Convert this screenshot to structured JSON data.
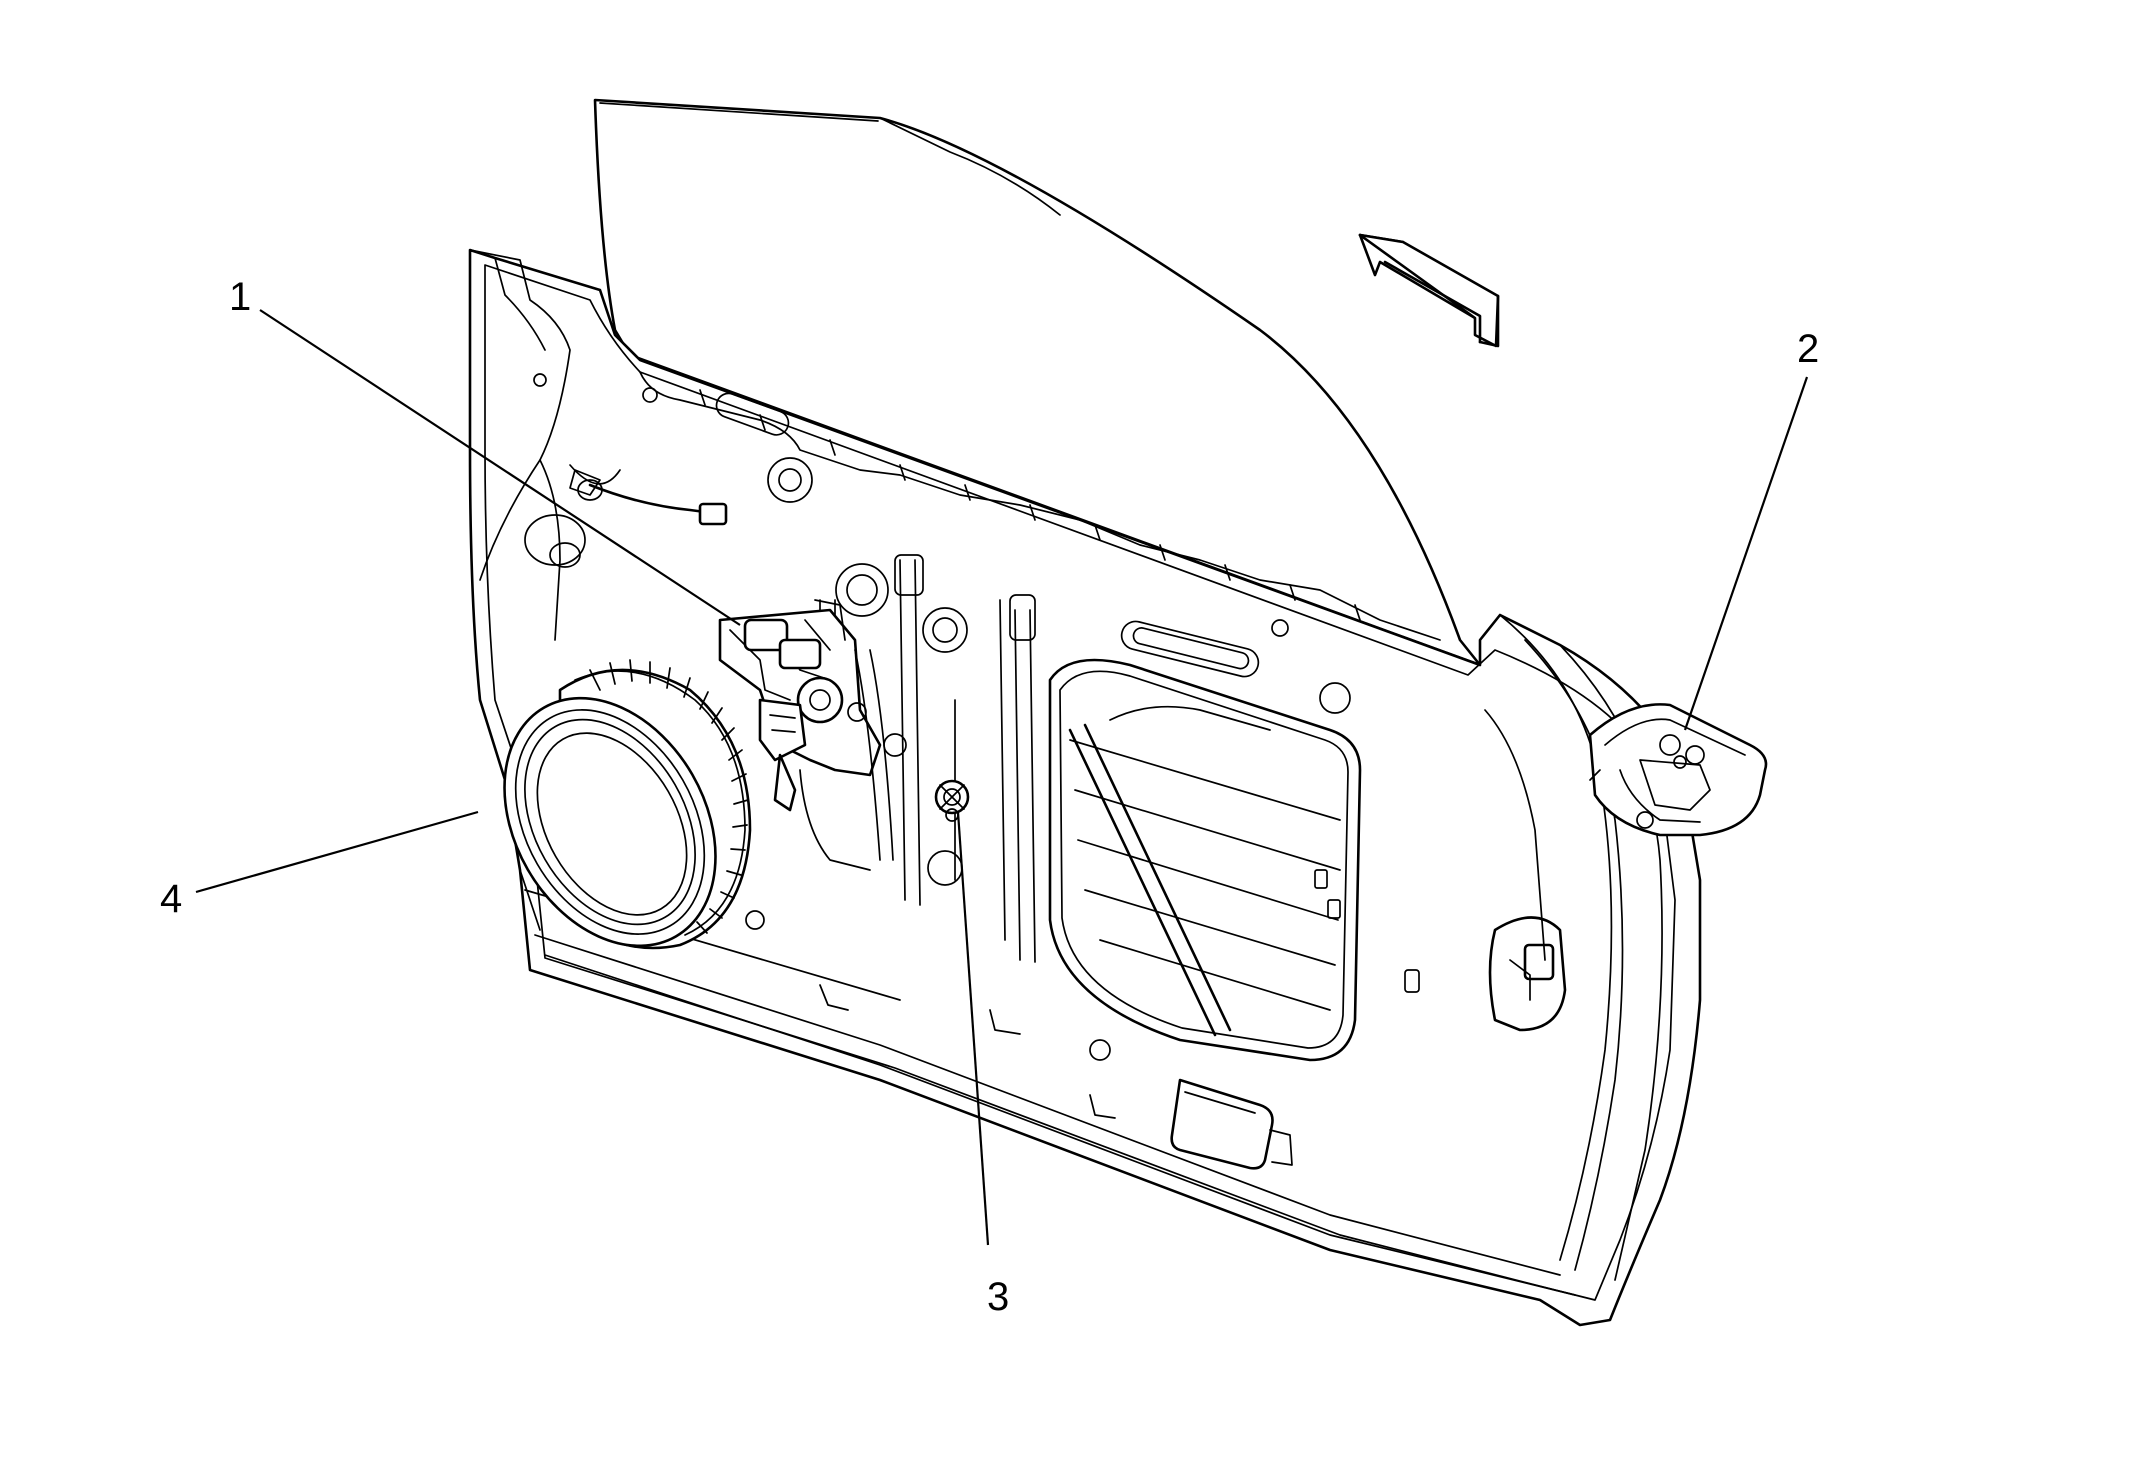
{
  "callouts": [
    {
      "id": "1",
      "label": "1"
    },
    {
      "id": "2",
      "label": "2"
    },
    {
      "id": "3",
      "label": "3"
    },
    {
      "id": "4",
      "label": "4"
    }
  ],
  "icons": {
    "direction": "front-direction-arrow-icon"
  }
}
